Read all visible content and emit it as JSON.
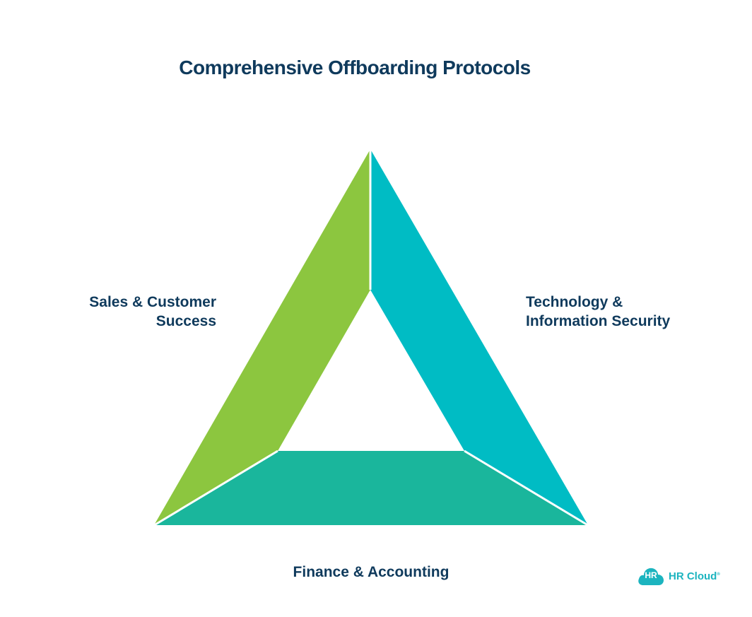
{
  "title": "Comprehensive Offboarding Protocols",
  "segments": {
    "left": {
      "label_line1": "Sales & Customer",
      "label_line2": "Success",
      "color": "#8cc63f"
    },
    "right": {
      "label_line1": "Technology &",
      "label_line2": "Information Security",
      "color": "#00bcc4"
    },
    "bottom": {
      "label": "Finance & Accounting",
      "color": "#1ab69c"
    }
  },
  "logo": {
    "badge": "HR",
    "name": "HR Cloud",
    "mark": "®",
    "color": "#1cb4bf"
  }
}
